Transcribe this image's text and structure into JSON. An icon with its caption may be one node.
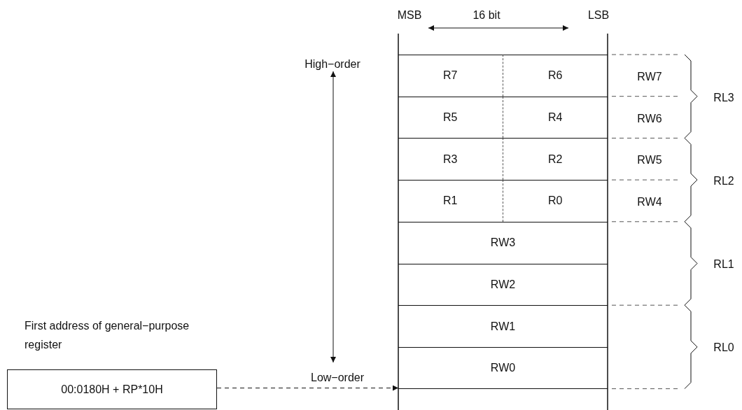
{
  "diagram": {
    "nodes": [
      {
        "text": [
          "R7"
        ]
      },
      {
        "text": [
          "R6"
        ]
      },
      {
        "text": [
          "R5"
        ]
      },
      {
        "text": [
          "R4"
        ]
      },
      {
        "text": [
          "R3"
        ]
      },
      {
        "text": [
          "R2"
        ]
      },
      {
        "text": [
          "R1"
        ]
      },
      {
        "text": [
          "R0"
        ]
      },
      {
        "text": [
          "RW3"
        ]
      },
      {
        "text": [
          "RW2"
        ]
      },
      {
        "text": [
          "RW1"
        ]
      },
      {
        "text": [
          "RW0"
        ]
      },
      {
        "text": [
          "00:0180H + RP*10H"
        ],
        "beside": [
          "First address of general−purpose register"
        ]
      }
    ],
    "edges": [
      {
        "from": 12,
        "to": 11,
        "arrow": "to",
        "style": "dashed"
      }
    ],
    "labels": [
      "MSB",
      "16 bit",
      "LSB",
      "High−order",
      "Low−order",
      "RW7",
      "RW6",
      "RW5",
      "RW4",
      "RL3",
      "RL2",
      "RL1",
      "RL0"
    ]
  }
}
